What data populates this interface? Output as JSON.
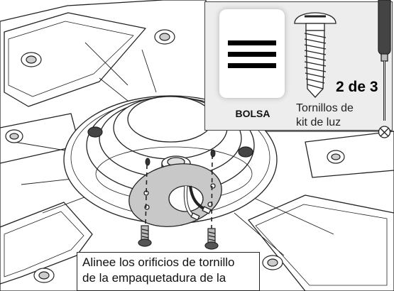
{
  "inset": {
    "bag_label": "BOLSA",
    "screw_label_line1": "Tornillos de",
    "screw_label_line2": "kit de luz",
    "count": "2 de 3"
  },
  "caption": {
    "line1": "Alinee los orificios de tornillo",
    "line2": "de la empaquetadura de la"
  },
  "colors": {
    "line": "#222222",
    "fixture_fill": "#ffffff",
    "gasket_fill": "#c8c8c8",
    "inset_bg": "#ededed"
  },
  "icons": [
    "screw-icon",
    "screwdriver-icon",
    "phillips-head-icon",
    "hardware-bag-icon"
  ]
}
